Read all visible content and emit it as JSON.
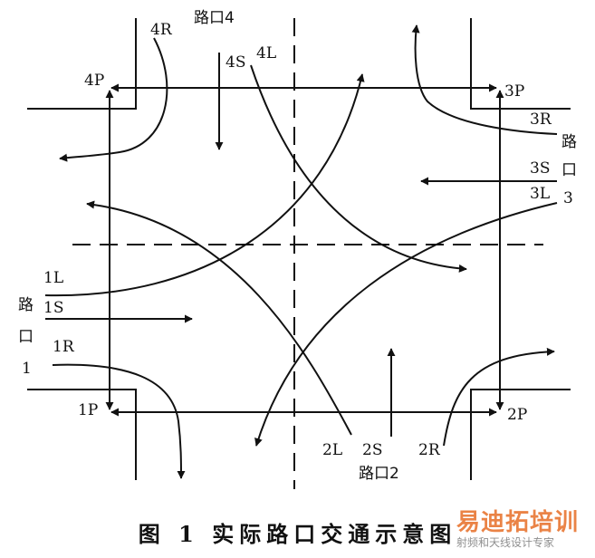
{
  "labels": {
    "int4": "路口4",
    "int4_r": "4R",
    "int4_s": "4S",
    "int4_l": "4L",
    "int4_p": "4P",
    "int3_p": "3P",
    "int3_r": "3R",
    "int3_s": "3S",
    "int3_l": "3L",
    "int3_name_a": "路",
    "int3_name_b": "口",
    "int3_name_c": "3",
    "int1_l": "1L",
    "int1_s": "1S",
    "int1_r": "1R",
    "int1_name_a": "路",
    "int1_name_b": "口",
    "int1_name_c": "1",
    "int1_p": "1P",
    "int2_p": "2P",
    "int2_l": "2L",
    "int2_s": "2S",
    "int2_r": "2R",
    "int2": "路口2"
  },
  "caption": "图 1   实际路口交通示意图",
  "watermark": {
    "main": "易迪拓培训",
    "sub": "射频和天线设计专家"
  }
}
